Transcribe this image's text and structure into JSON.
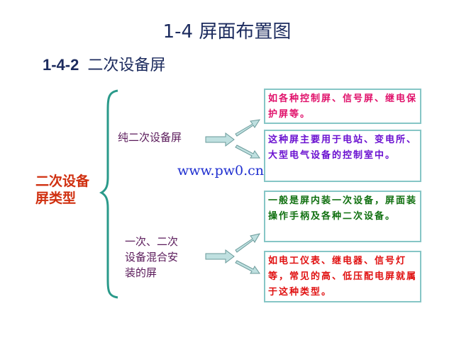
{
  "title": "1-4  屏面布置图",
  "subtitle": {
    "number": "1-4-2",
    "text": "二次设备屏"
  },
  "root_label": {
    "line1": "二次设备",
    "line2": "屏类型"
  },
  "categories": [
    {
      "lines": [
        "纯二次设备屏"
      ]
    },
    {
      "lines": [
        "一次、二次",
        "设备混合安",
        "装的屏"
      ]
    }
  ],
  "boxes": [
    {
      "text": "如各种控制屏、信号屏、继电保护屏等。",
      "color": "#e0106a"
    },
    {
      "text": "这种屏主要用于电站、变电所、大型电气设备的控制室中。",
      "color": "#6a10d0"
    },
    {
      "text": "一般是屏内装一次设备，屏面装操作手柄及各种二次设备。",
      "color": "#107010"
    },
    {
      "text": "如电工仪表、继电器、信号灯等，常见的高、低压配电屏就属于这种类型。",
      "color": "#e01010"
    }
  ],
  "watermark": "www.pw0.cn",
  "colors": {
    "title": "#1c2b5e",
    "brace": "#2a9a8a",
    "arrow_fill": "#bfe0e0",
    "box_border": "#86c6c6"
  }
}
